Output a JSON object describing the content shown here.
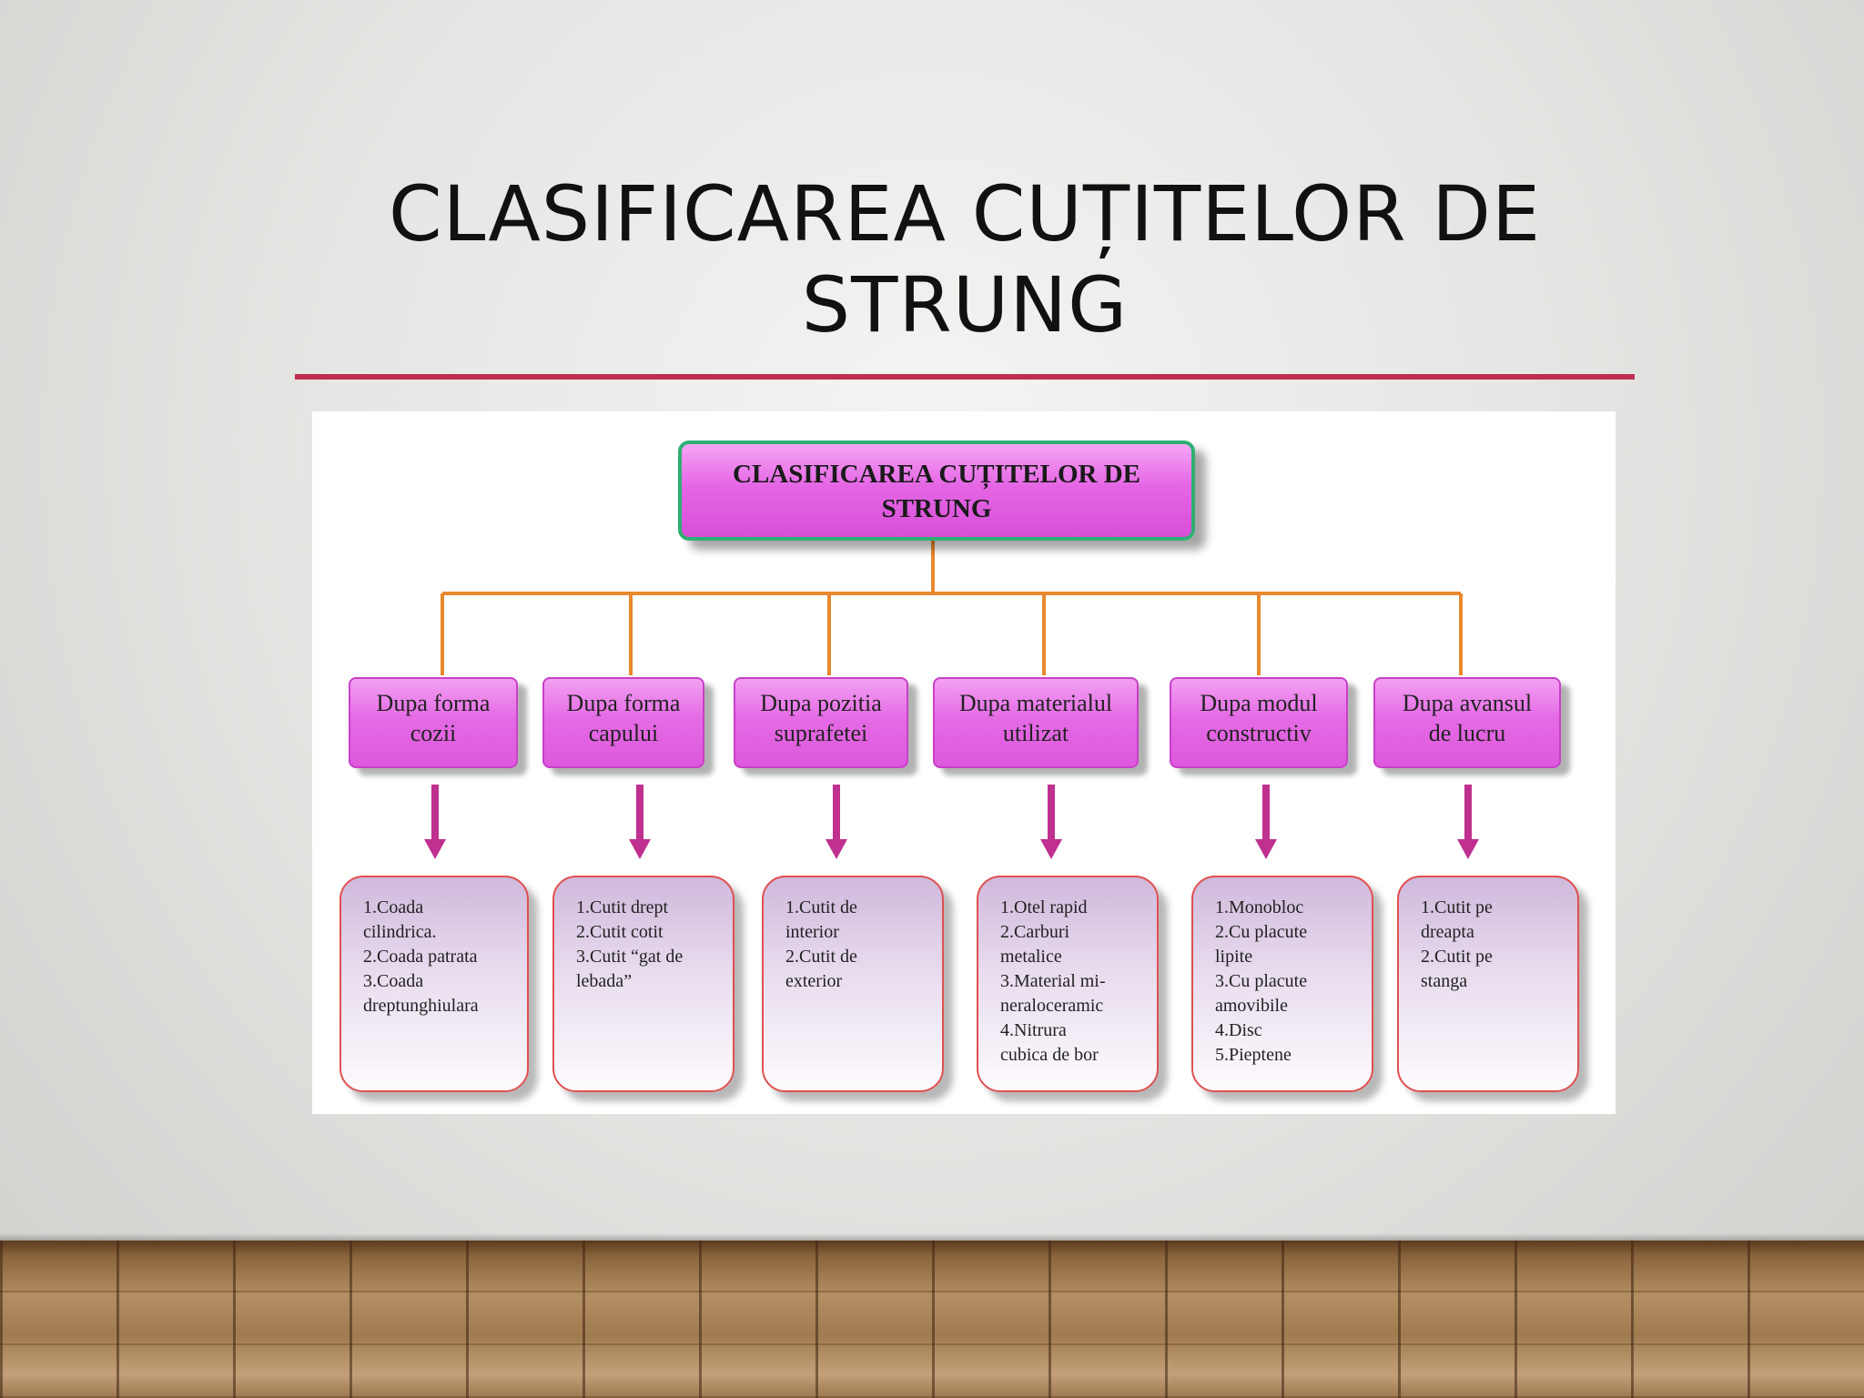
{
  "slide": {
    "title_line1": "CLASIFICAREA CUȚITELOR DE",
    "title_line2": "STRUNG"
  },
  "diagram": {
    "root": {
      "line1": "CLASIFICAREA CUȚITELOR DE",
      "line2": "STRUNG"
    },
    "categories": [
      {
        "line1": "Dupa forma",
        "line2": "cozii",
        "items": [
          "1.Coada",
          "cilindrica.",
          "2.Coada patrata",
          "3.Coada",
          "dreptunghiulara"
        ]
      },
      {
        "line1": "Dupa forma",
        "line2": "capului",
        "items": [
          "1.Cutit drept",
          "2.Cutit cotit",
          "3.Cutit “gat de",
          "lebada”"
        ]
      },
      {
        "line1": "Dupa pozitia",
        "line2": "suprafetei",
        "items": [
          "1.Cutit de",
          "interior",
          "2.Cutit de",
          "exterior"
        ]
      },
      {
        "line1": "Dupa materialul",
        "line2": "utilizat",
        "items": [
          "1.Otel rapid",
          "2.Carburi",
          "metalice",
          "3.Material mi-",
          "neraloceramic",
          "4.Nitrura",
          "cubica de bor"
        ]
      },
      {
        "line1": "Dupa modul",
        "line2": "constructiv",
        "items": [
          "1.Monobloc",
          "2.Cu placute",
          "lipite",
          "3.Cu placute",
          "amovibile",
          "4.Disc",
          "5.Pieptene"
        ]
      },
      {
        "line1": "Dupa avansul",
        "line2": "de lucru",
        "items": [
          "1.Cutit pe",
          "dreapta",
          "2.Cutit pe",
          "stanga"
        ]
      }
    ],
    "colors": {
      "connector": "#e8892e",
      "arrow": "#c0308f",
      "root_border": "#2eaf72",
      "box_fill": "#e566e5",
      "leaf_border": "#e05050",
      "title_rule": "#bf2e51"
    }
  }
}
